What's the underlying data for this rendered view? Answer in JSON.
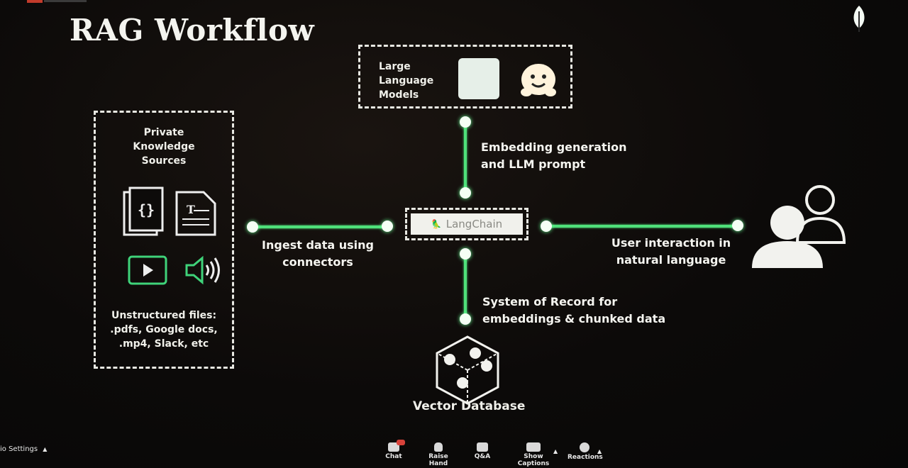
{
  "slide": {
    "title": "RAG Workflow"
  },
  "llm_box": {
    "label_lines": [
      "Large",
      "Language",
      "Models"
    ]
  },
  "sources": {
    "title_lines": [
      "Private",
      "Knowledge",
      "Sources"
    ],
    "caption_lines": [
      "Unstructured files:",
      ".pdfs, Google docs,",
      ".mp4, Slack, etc"
    ]
  },
  "center": {
    "label": "LangChain"
  },
  "labels": {
    "top_lines": [
      "Embedding generation",
      "and LLM prompt"
    ],
    "left_lines": [
      "Ingest data using",
      "connectors"
    ],
    "right_lines": [
      "User interaction in",
      "natural language"
    ],
    "bottom_lines": [
      "System of Record for",
      "embeddings & chunked data"
    ]
  },
  "vector_db": {
    "label": "Vector Database"
  },
  "toolbar": {
    "audio_label": "io Settings",
    "chat": "Chat",
    "raise_hand": "Raise Hand",
    "qa": "Q&A",
    "captions": "Show Captions",
    "reactions": "Reactions"
  },
  "colors": {
    "connector": "#4fe07a",
    "accent_icon": "#3fd37a",
    "badge_red": "#d8423a"
  },
  "icons": [
    "leaf-icon",
    "code-file-icon",
    "text-file-icon",
    "video-icon",
    "speaker-icon",
    "hugging-face-icon",
    "users-icon",
    "vector-db-icon"
  ]
}
